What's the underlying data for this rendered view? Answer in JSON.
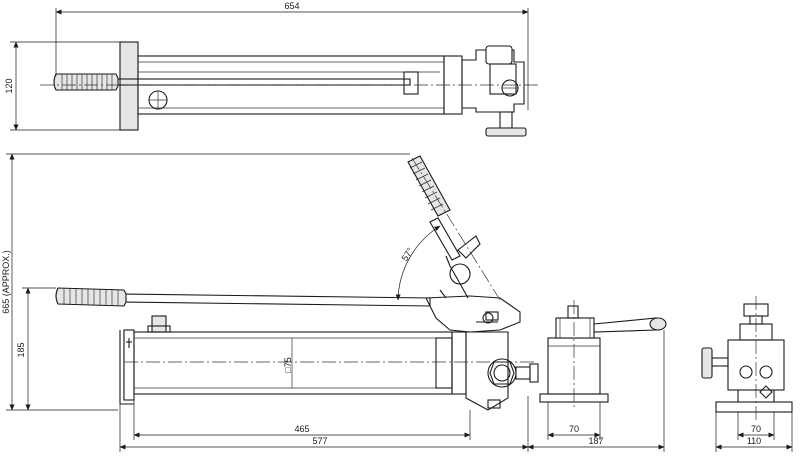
{
  "dimensions": {
    "top_length": "654",
    "top_height": "120",
    "overall_height": "665 (APPROX.)",
    "base_height": "185",
    "lever_angle": "57°",
    "tube_diameter": "□75",
    "tube_length": "465",
    "base_length": "577",
    "valve_width": "70",
    "valve_total": "187",
    "end_width": "70",
    "end_total": "110"
  }
}
